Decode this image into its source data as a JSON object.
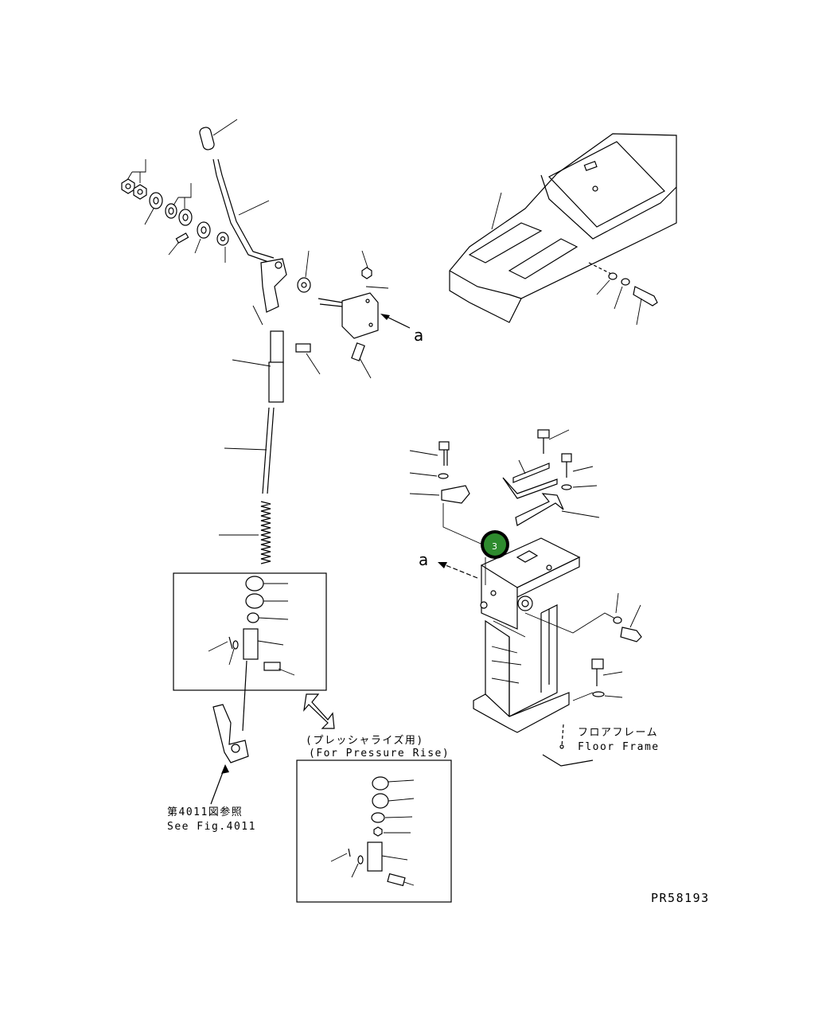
{
  "labels": {
    "arrow_a_top": "a",
    "arrow_a_bottom": "a",
    "floor_frame_jp": "フロアフレーム",
    "floor_frame_en": "Floor Frame",
    "pressure_rise_jp": "(プレッシャライズ用)",
    "pressure_rise_en": "(For Pressure Rise)",
    "see_fig_jp": "第4011図参照",
    "see_fig_en": "See Fig.4011",
    "drawing_number": "PR58193"
  },
  "callout": {
    "number": "3",
    "color": "#2e8b2e",
    "ring_color": "#000000"
  },
  "colors": {
    "line": "#000000",
    "background": "#ffffff"
  }
}
